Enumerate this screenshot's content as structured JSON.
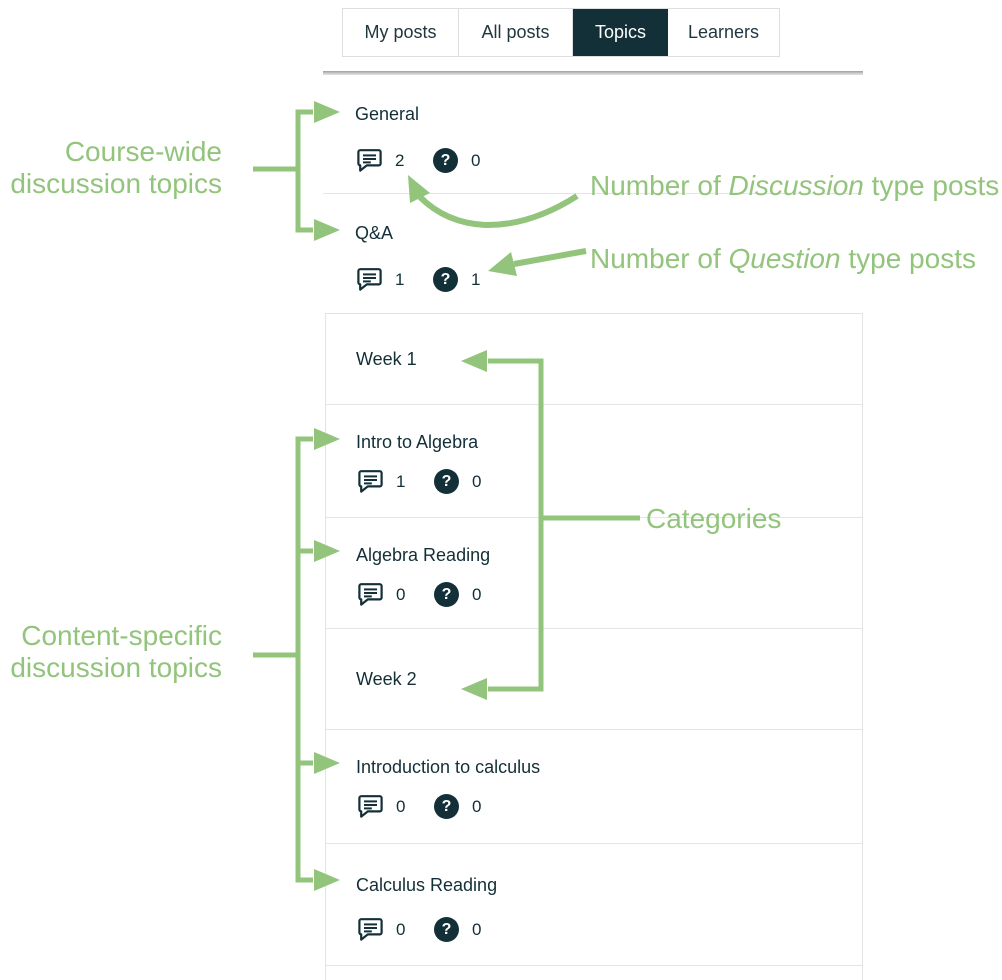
{
  "colors": {
    "accent_green": "#92c47c",
    "dark_teal": "#132f38",
    "divider_gray": "#e3e5e7",
    "active_tab_bg": "#132f38",
    "active_tab_text": "#ffffff"
  },
  "tabs": {
    "items": [
      {
        "label": "My posts",
        "active": false
      },
      {
        "label": "All posts",
        "active": false
      },
      {
        "label": "Topics",
        "active": true
      },
      {
        "label": "Learners",
        "active": false
      }
    ]
  },
  "course_wide_topics": [
    {
      "title": "General",
      "discussion_count": "2",
      "question_count": "0"
    },
    {
      "title": "Q&A",
      "discussion_count": "1",
      "question_count": "1"
    }
  ],
  "categories": [
    {
      "name": "Week 1",
      "topics": [
        {
          "title": "Intro to Algebra",
          "discussion_count": "1",
          "question_count": "0"
        },
        {
          "title": "Algebra Reading",
          "discussion_count": "0",
          "question_count": "0"
        }
      ]
    },
    {
      "name": "Week 2",
      "topics": [
        {
          "title": "Introduction to calculus",
          "discussion_count": "0",
          "question_count": "0"
        },
        {
          "title": "Calculus Reading",
          "discussion_count": "0",
          "question_count": "0"
        }
      ]
    }
  ],
  "annotations": {
    "course_wide_label": {
      "line1": "Course-wide",
      "line2": "discussion topics"
    },
    "content_specific_label": {
      "line1": "Content-specific",
      "line2": "discussion topics"
    },
    "categories_label": "Categories",
    "discussion_posts": {
      "prefix": "Number of ",
      "italic": "Discussion",
      "suffix": " type posts"
    },
    "question_posts": {
      "prefix": "Number of ",
      "italic": "Question",
      "suffix": " type posts"
    }
  },
  "icons": {
    "discussion": "speech-bubble-icon",
    "question": "question-mark-circle-icon"
  }
}
